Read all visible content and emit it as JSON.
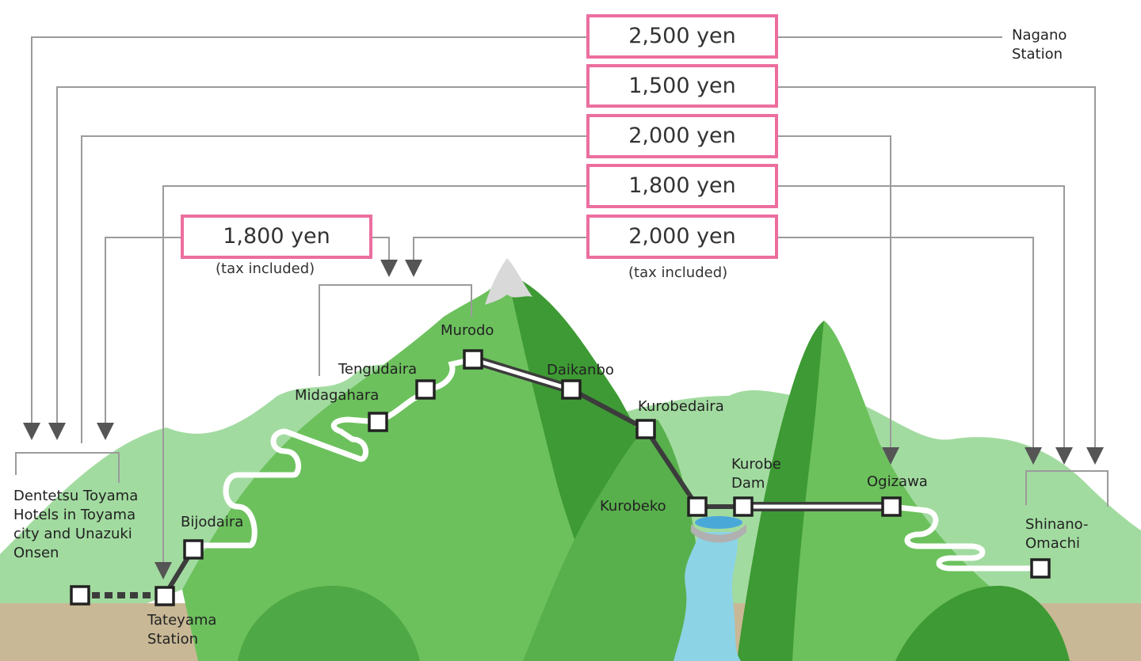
{
  "colors": {
    "price_border": "#ec6e9f",
    "connector": "#9b9b9b",
    "mountain_light": "#a2dba0",
    "mountain_mid": "#6cc15d",
    "mountain_dark": "#3e9a34",
    "ground": "#c8b895",
    "water": "#8cd3e6",
    "route_line": "#3c3c3c"
  },
  "prices": [
    {
      "label": "2,500 yen",
      "from": "Dentetsu Toyama Hotels",
      "to": "Nagano Station"
    },
    {
      "label": "1,500 yen",
      "from": "Dentetsu Toyama Hotels",
      "to": "Shinano-Omachi"
    },
    {
      "label": "2,000 yen",
      "from": "Dentetsu Toyama Hotels",
      "to": "Ogizawa"
    },
    {
      "label": "1,800 yen",
      "from": "Tateyama Station",
      "to": "Shinano-Omachi"
    },
    {
      "label": "2,000 yen",
      "from": "Murodo",
      "to": "Shinano-Omachi",
      "note": "(tax included)"
    },
    {
      "label": "1,800 yen",
      "from": "Dentetsu Toyama Hotels",
      "to": "Murodo",
      "note": "(tax included)"
    }
  ],
  "stations": {
    "nagano": "Nagano Station",
    "dentetsu": "Dentetsu Toyama Hotels in Toyama city and Unazuki Onsen",
    "tateyama": "Tateyama Station",
    "bijodaira": "Bijodaira",
    "midagahara": "Midagahara",
    "tengudaira": "Tengudaira",
    "murodo": "Murodo",
    "daikanbo": "Daikanbo",
    "kurobedaira": "Kurobedaira",
    "kurobeko": "Kurobeko",
    "kurobe_dam": "Kurobe Dam",
    "ogizawa": "Ogizawa",
    "shinano_omachi": "Shinano-Omachi"
  }
}
